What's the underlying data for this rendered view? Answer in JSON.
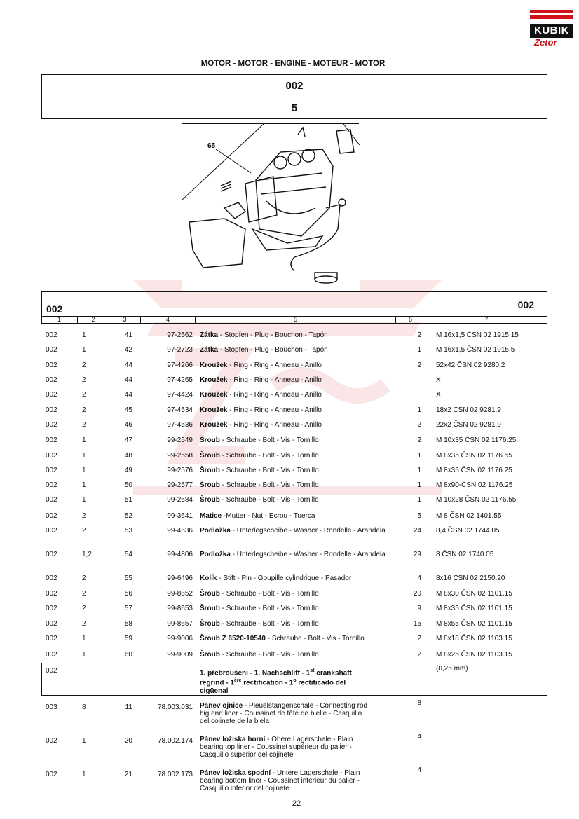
{
  "logo": {
    "brand": "KUBIK",
    "sub": "Zetor"
  },
  "section_title": "MOTOR - MOTOR - ENGINE - MOTEUR - MOTOR",
  "header": {
    "group": "002",
    "sheet": "5"
  },
  "figure": {
    "callout": "65"
  },
  "table": {
    "group_left": "002",
    "group_right": "002",
    "columns": [
      "1",
      "2",
      "3",
      "4",
      "5",
      "6",
      "7"
    ],
    "rows": [
      {
        "c1": "002",
        "c2": "1",
        "c3": "41",
        "c4": "97-2562",
        "name": "Zátka",
        "desc": " - Stopfen - Plug - Bouchon - Tapón",
        "qty": "2",
        "norm": "M 16x1,5 ČSN 02 1915.15"
      },
      {
        "c1": "002",
        "c2": "1",
        "c3": "42",
        "c4": "97-2723",
        "name": "Zátka",
        "desc": " - Stopfen - Plug - Bouchon - Tapón",
        "qty": "1",
        "norm": "M 16x1,5 ČSN 02 1915.5"
      },
      {
        "c1": "002",
        "c2": "2",
        "c3": "44",
        "c4": "97-4266",
        "name": "Kroužek",
        "desc": " - Ring - Ring - Anneau - Anillo",
        "qty": "2",
        "norm": "52x42 ČSN 02 9280.2"
      },
      {
        "c1": "002",
        "c2": "2",
        "c3": "44",
        "c4": "97-4265",
        "name": "Kroužek",
        "desc": " - Ring - Ring - Anneau - Anillo",
        "qty": "",
        "norm": "X"
      },
      {
        "c1": "002",
        "c2": "2",
        "c3": "44",
        "c4": "97-4424",
        "name": "Kroužek",
        "desc": " - Ring - Ring - Anneau - Anillo",
        "qty": "",
        "norm": "X"
      },
      {
        "c1": "002",
        "c2": "2",
        "c3": "45",
        "c4": "97-4534",
        "name": "Kroužek",
        "desc": " - Ring - Ring - Anneau - Anillo",
        "qty": "1",
        "norm": "18x2 ČSN 02 9281.9"
      },
      {
        "c1": "002",
        "c2": "2",
        "c3": "46",
        "c4": "97-4536",
        "name": "Kroužek",
        "desc": " - Ring - Ring - Anneau - Anillo",
        "qty": "2",
        "norm": "22x2 ČSN 02 9281.9"
      },
      {
        "c1": "002",
        "c2": "1",
        "c3": "47",
        "c4": "99-2549",
        "name": "Šroub",
        "desc": " - Schraube - Bolt - Vis - Tornillo",
        "qty": "2",
        "norm": "M 10x35 ČSN 02 1176.25"
      },
      {
        "c1": "002",
        "c2": "1",
        "c3": "48",
        "c4": "99-2558",
        "name": "Šroub",
        "desc": " - Schraube - Bolt - Vis - Tornillo",
        "qty": "1",
        "norm": "M 8x35 ČSN 02 1176.55"
      },
      {
        "c1": "002",
        "c2": "1",
        "c3": "49",
        "c4": "99-2576",
        "name": "Šroub",
        "desc": " - Schraube - Bolt - Vis - Tornillo",
        "qty": "1",
        "norm": "M 8x35 ČSN 02 1176.25"
      },
      {
        "c1": "002",
        "c2": "1",
        "c3": "50",
        "c4": "99-2577",
        "name": "Šroub",
        "desc": " - Schraube - Bolt - Vis - Tornillo",
        "qty": "1",
        "norm": "M 8x90-ČSN 02 1176.25"
      },
      {
        "c1": "002",
        "c2": "1",
        "c3": "51",
        "c4": "99-2584",
        "name": "Šroub",
        "desc": " - Schraube - Bolt - Vis - Tornillo",
        "qty": "1",
        "norm": "M 10x28 ČSN 02 1176.55"
      },
      {
        "c1": "002",
        "c2": "2",
        "c3": "52",
        "c4": "99-3641",
        "name": "Matice",
        "desc": " -Mutter - Nut - Ecrou - Tuerca",
        "qty": "5",
        "norm": "M 8 ČSN 02 1401.55"
      },
      {
        "c1": "002",
        "c2": "2",
        "c3": "53",
        "c4": "99-4636",
        "name": "Podložka",
        "desc": " - Unterlegscheibe - Washer - Rondelle - Arandela",
        "qty": "24",
        "norm": "8,4 ČSN 02 1744.05"
      },
      {
        "c1": "002",
        "c2": "1,2",
        "c3": "54",
        "c4": "99-4806",
        "name": "Podložka",
        "desc": " - Unterlegscheibe - Washer - Rondelle - Arandela",
        "qty": "29",
        "norm": "8 ČSN 02 1740.05"
      },
      {
        "c1": "002",
        "c2": "2",
        "c3": "55",
        "c4": "99-6496",
        "name": "Kolík",
        "desc": " - Stift - Pin - Goupille cylindrique - Pasador",
        "qty": "4",
        "norm": "8x16 ČSN 02 2150.20"
      },
      {
        "c1": "002",
        "c2": "2",
        "c3": "56",
        "c4": "99-8652",
        "name": "Šroub",
        "desc": " - Schraube - Bolt - Vis - Tornillo",
        "qty": "20",
        "norm": "M 8x30 ČSN 02 1101.15"
      },
      {
        "c1": "002",
        "c2": "2",
        "c3": "57",
        "c4": "99-8653",
        "name": "Šroub",
        "desc": " - Schraube - Bolt - Vis - Tornillo",
        "qty": "9",
        "norm": "M 8x35 ČSN 02 1101.15"
      },
      {
        "c1": "002",
        "c2": "2",
        "c3": "58",
        "c4": "99-8657",
        "name": "Šroub",
        "desc": " - Schraube - Bolt - Vis - Tornillo",
        "qty": "15",
        "norm": "M 8x55 ČSN 02 1101.15"
      },
      {
        "c1": "002",
        "c2": "1",
        "c3": "59",
        "c4": "99-9006",
        "name": "Šroub Z 6520-10540",
        "desc": " - Schraube - Bolt - Vis - Tornillo",
        "qty": "2",
        "norm": "M 8x18 ČSN 02 1103.15"
      },
      {
        "c1": "002",
        "c2": "1",
        "c3": "60",
        "c4": "99-9009",
        "name": "Šroub",
        "desc": " - Schraube - Bolt - Vis - Tornillo",
        "qty": "2",
        "norm": "M 8x25 ČSN 02 1103.15"
      }
    ],
    "note": {
      "c1": "002",
      "line1": "1. přebroušení - 1. Nachschliff - 1",
      "line1_sup": "st",
      "line1_tail": " crankshaft",
      "line2": "regrind - 1",
      "line2_sup": "ère",
      "line2_tail": " rectification - 1",
      "line2_sup2": "o",
      "line2_tail2": " rectificado del",
      "line3": "cigüenal",
      "norm": "(0,25 mm)"
    },
    "rows2": [
      {
        "c1": "003",
        "c2": "8",
        "c3": "11",
        "c4": "78.003.031",
        "name": "Pánev ojnice",
        "l1": " - Pleuelstangenschale - Connecting rod",
        "l2": "big   end liner - Coussinet de tête de bielle - Casquillo",
        "l3": "del cojinete de la biela",
        "qty": "8"
      },
      {
        "c1": "002",
        "c2": "1",
        "c3": "20",
        "c4": "78.002.174",
        "name": "Pánev ložiska horní",
        "l1": " - Obere Lagerschale - Plain",
        "l2": "bearing top liner - Coussinet supérieur du palier -",
        "l3": "Casquillo superior del cojinete",
        "qty": "4"
      },
      {
        "c1": "002",
        "c2": "1",
        "c3": "21",
        "c4": "78.002.173",
        "name": "Pánev ložiska spodní",
        "l1": " - Untere Lagerschale - Plain",
        "l2": "bearing bottom liner - Coussinet inférieur du palier -",
        "l3": "Casquillo inferior del cojinete",
        "qty": "4"
      }
    ]
  },
  "page_number": "22"
}
